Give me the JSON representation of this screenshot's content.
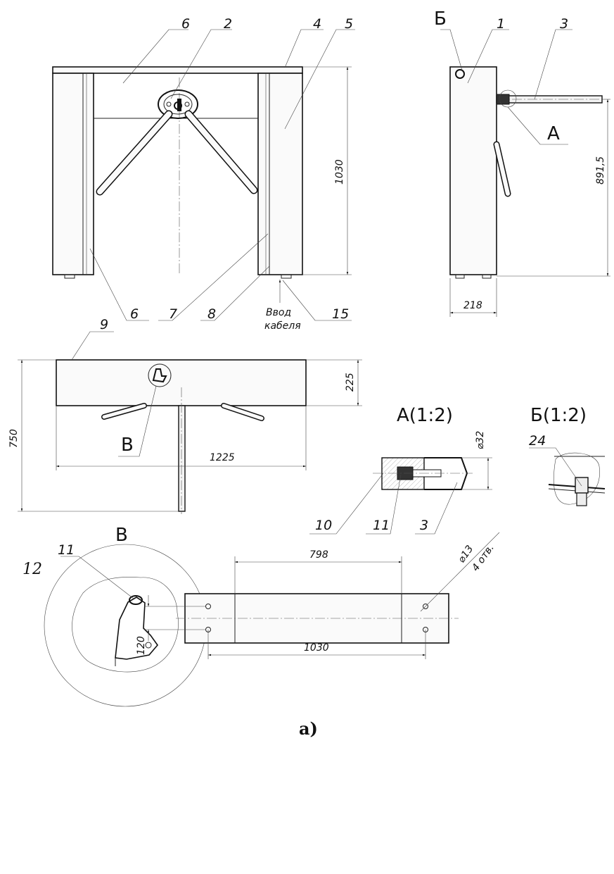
{
  "front_view": {
    "callouts": [
      "6",
      "2",
      "4",
      "5",
      "6",
      "7",
      "8",
      "15"
    ],
    "height_dim": "1030",
    "cable_note": [
      "Ввод",
      "кабеля"
    ]
  },
  "side_view": {
    "view_mark": "Б",
    "callouts": [
      "1",
      "3"
    ],
    "section_mark": "А",
    "height_dim": "891,5",
    "width_dim": "218"
  },
  "top_view": {
    "callout": "9",
    "view_mark": "В",
    "dims": {
      "height": "750",
      "depth": "225",
      "length": "1225"
    }
  },
  "detail_a": {
    "title": "А(1:2)",
    "diameter": "⌀32",
    "callouts": [
      "10",
      "11",
      "3"
    ]
  },
  "detail_b": {
    "title": "Б(1:2)",
    "callout": "24"
  },
  "detail_v": {
    "title": "В",
    "callout": "11",
    "side_number": "12"
  },
  "caption": "а)",
  "base_plan": {
    "dims": {
      "inner": "798",
      "length": "1030",
      "width": "120"
    },
    "holes": [
      "⌀13",
      "4 отв."
    ]
  }
}
